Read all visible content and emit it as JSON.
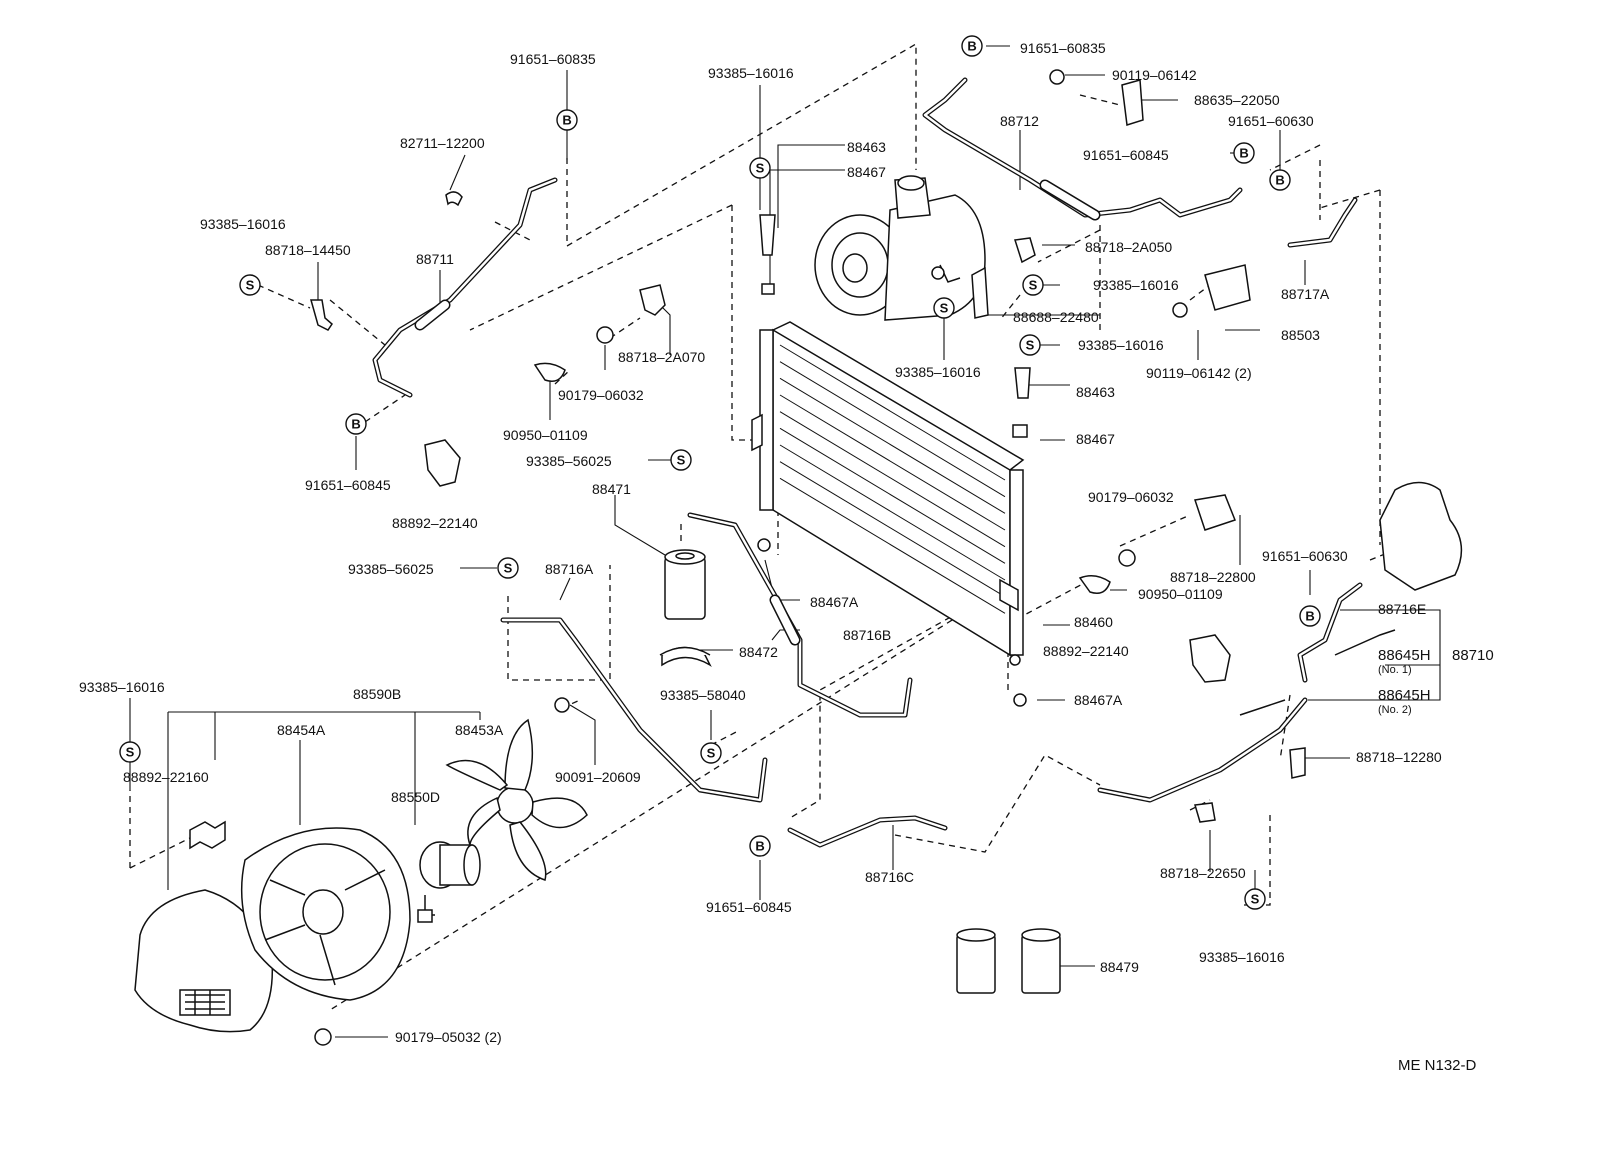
{
  "diagram_code": "ME  N132-D",
  "markers": {
    "bolt": "B",
    "screw": "S"
  },
  "labels": {
    "p91651_60835_top": "91651–60835",
    "p82711_12200": "82711–12200",
    "p93385_16016_l": "93385–16016",
    "p88718_14450": "88718–14450",
    "p88711": "88711",
    "p91651_60845_l": "91651–60845",
    "p88892_22140_l": "88892–22140",
    "p93385_16016_top": "93385–16016",
    "p88463_top": "88463",
    "p88467_top": "88467",
    "p88718_2A070": "88718–2A070",
    "p90179_06032_l": "90179–06032",
    "p90950_01109_l": "90950–01109",
    "p93385_56025_a": "93385–56025",
    "p88471": "88471",
    "p93385_56025_b": "93385–56025",
    "p88716A": "88716A",
    "p88467A_mid": "88467A",
    "p88716B": "88716B",
    "p88472": "88472",
    "p93385_58040": "93385–58040",
    "p90091_20609": "90091–20609",
    "p91651_60845_bot": "91651–60845",
    "p88716C": "88716C",
    "p91651_60835_r": "91651–60835",
    "p90119_06142": "90119–06142",
    "p88635_22050": "88635–22050",
    "p88712": "88712",
    "p91651_60630_top": "91651–60630",
    "p91651_60845_r": "91651–60845",
    "p88718_2A050": "88718–2A050",
    "p93385_16016_r1": "93385–16016",
    "p88688_22480": "88688–22480",
    "p93385_16016_r2": "93385–16016",
    "p93385_16016_r3": "93385–16016",
    "p88717A": "88717A",
    "p88503": "88503",
    "p90119_06142_2": "90119–06142 (2)",
    "p88463_r": "88463",
    "p88467_r": "88467",
    "p90179_06032_r": "90179–06032",
    "p88718_22800": "88718–22800",
    "p90950_01109_r": "90950–01109",
    "p88460": "88460",
    "p88892_22140_r": "88892–22140",
    "p88467A_r": "88467A",
    "p91651_60630_r": "91651–60630",
    "p88716E": "88716E",
    "p88645H_1": "88645H",
    "p88645H_1_sub": "(No. 1)",
    "p88710": "88710",
    "p88645H_2": "88645H",
    "p88645H_2_sub": "(No. 2)",
    "p88718_12280": "88718–12280",
    "p88718_22650": "88718–22650",
    "p93385_16016_br": "93385–16016",
    "p88479": "88479",
    "p93385_16016_fan": "93385–16016",
    "p88590B": "88590B",
    "p88454A": "88454A",
    "p88453A": "88453A",
    "p88892_22160": "88892–22160",
    "p88550D": "88550D",
    "p90179_05032_2": "90179–05032 (2)"
  }
}
